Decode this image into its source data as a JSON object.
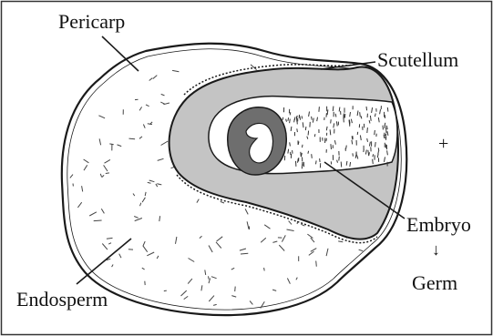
{
  "labels": {
    "pericarp": "Pericarp",
    "scutellum": "Scutellum",
    "plus": "+",
    "embryo": "Embryo",
    "arrow": "↓",
    "germ": "Germ",
    "endosperm": "Endosperm"
  },
  "colors": {
    "outline": "#1a1a1a",
    "scutellum_fill": "#c4c4c4",
    "embryo_ring": "#6e6e6e",
    "background": "#ffffff",
    "frame": "#333333"
  }
}
